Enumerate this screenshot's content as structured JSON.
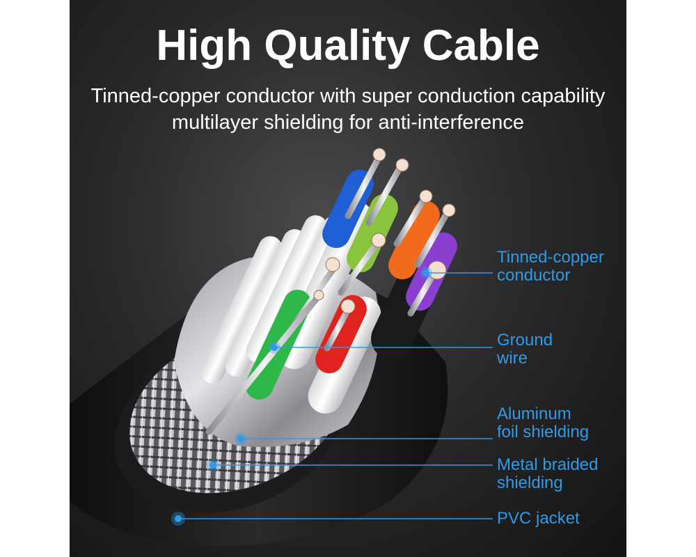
{
  "header": {
    "title": "High Quality Cable",
    "subtitle_line1": "Tinned-copper conductor with super conduction capability",
    "subtitle_line2": "multilayer shielding for anti-interference"
  },
  "callouts": [
    {
      "line1": "Tinned-copper",
      "line2": "conductor"
    },
    {
      "line1": "Ground",
      "line2": "wire"
    },
    {
      "line1": "Aluminum",
      "line2": "foil shielding"
    },
    {
      "line1": "Metal braided",
      "line2": "shielding"
    },
    {
      "line1": "PVC jacket",
      "line2": ""
    }
  ],
  "colors": {
    "accent": "#2f9be6",
    "background": "#2b2b2d",
    "wire_blue": "#1f5fd6",
    "wire_lime": "#8ac43f",
    "wire_orange": "#f26a1b",
    "wire_purple": "#8a3fd1",
    "wire_green": "#2eb84a",
    "wire_red": "#e0231f",
    "wire_white": "#f2f2f2"
  }
}
